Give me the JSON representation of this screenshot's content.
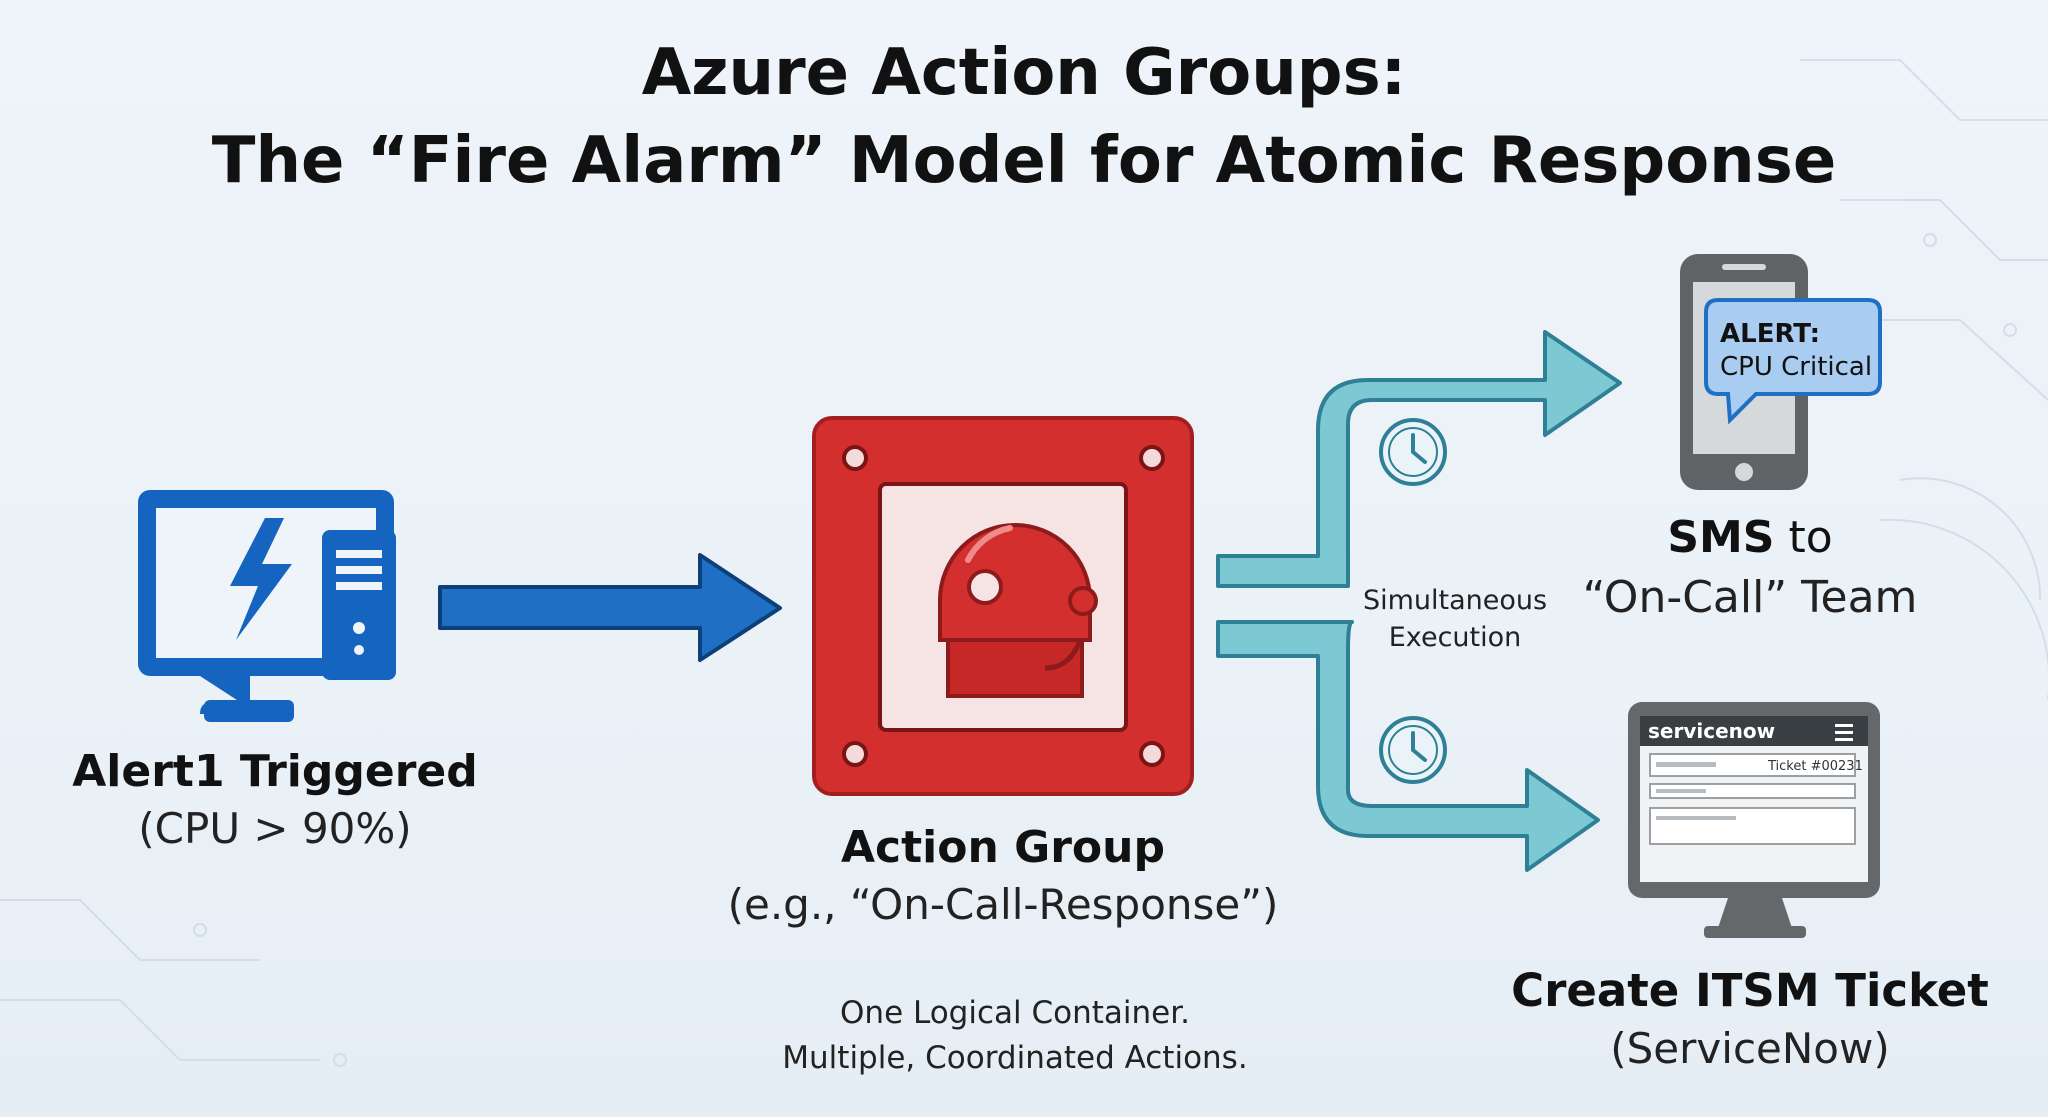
{
  "title": {
    "line1": "Azure Action Groups:",
    "line2": "The “Fire Alarm” Model for Atomic Response"
  },
  "alert": {
    "title": "Alert1 Triggered",
    "subtitle": "(CPU > 90%)"
  },
  "action_group": {
    "title": "Action Group",
    "subtitle": "(e.g., “On-Call-Response”)",
    "note_line1": "One Logical Container.",
    "note_line2": "Multiple, Coordinated Actions."
  },
  "execution": {
    "line1": "Simultaneous",
    "line2": "Execution"
  },
  "sms": {
    "bold": "SMS",
    "rest": " to",
    "line2": "“On-Call” Team",
    "bubble_line1": "ALERT:",
    "bubble_line2": "CPU Critical"
  },
  "itsm": {
    "title": "Create ITSM Ticket",
    "subtitle": "(ServiceNow)",
    "brand": "servicenow",
    "ticket": "Ticket #00231"
  },
  "colors": {
    "blue": "#1565c0",
    "red": "#d32f2f",
    "teal": "#7cc9d3",
    "teal_stroke": "#2f7f96",
    "gray": "#6b6f73"
  }
}
